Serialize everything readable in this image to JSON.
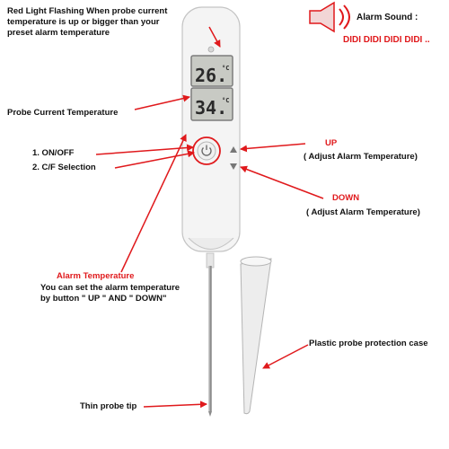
{
  "colors": {
    "accent": "#e0191c",
    "text": "#111111",
    "device": "#f4f4f4"
  },
  "callouts": {
    "red_light": [
      "Red Light Flashing When probe current",
      "temperature is up or bigger than your",
      "preset alarm temperature"
    ],
    "alarm_sound_title": "Alarm Sound :",
    "alarm_sound_text": "DIDI DIDI DIDI DIDI ..",
    "probe_current": "Probe Current Temperature",
    "on_off": "1. ON/OFF",
    "cf_selection": "2. C/F Selection",
    "up_title": "UP",
    "up_desc": "( Adjust Alarm Temperature)",
    "down_title": "DOWN",
    "down_desc": "( Adjust Alarm Temperature)",
    "alarm_temp_title": "Alarm Temperature",
    "alarm_temp_desc": [
      "You can set the alarm temperature",
      "by button \" UP \" AND \" DOWN\""
    ],
    "protection_case": "Plastic probe protection case",
    "probe_tip": "Thin probe tip"
  },
  "display": {
    "current_value": "26.",
    "current_unit": "°C",
    "alarm_value": "34.",
    "alarm_unit": "°C"
  },
  "icons": {
    "speaker": "speaker-icon",
    "power": "power-icon"
  }
}
